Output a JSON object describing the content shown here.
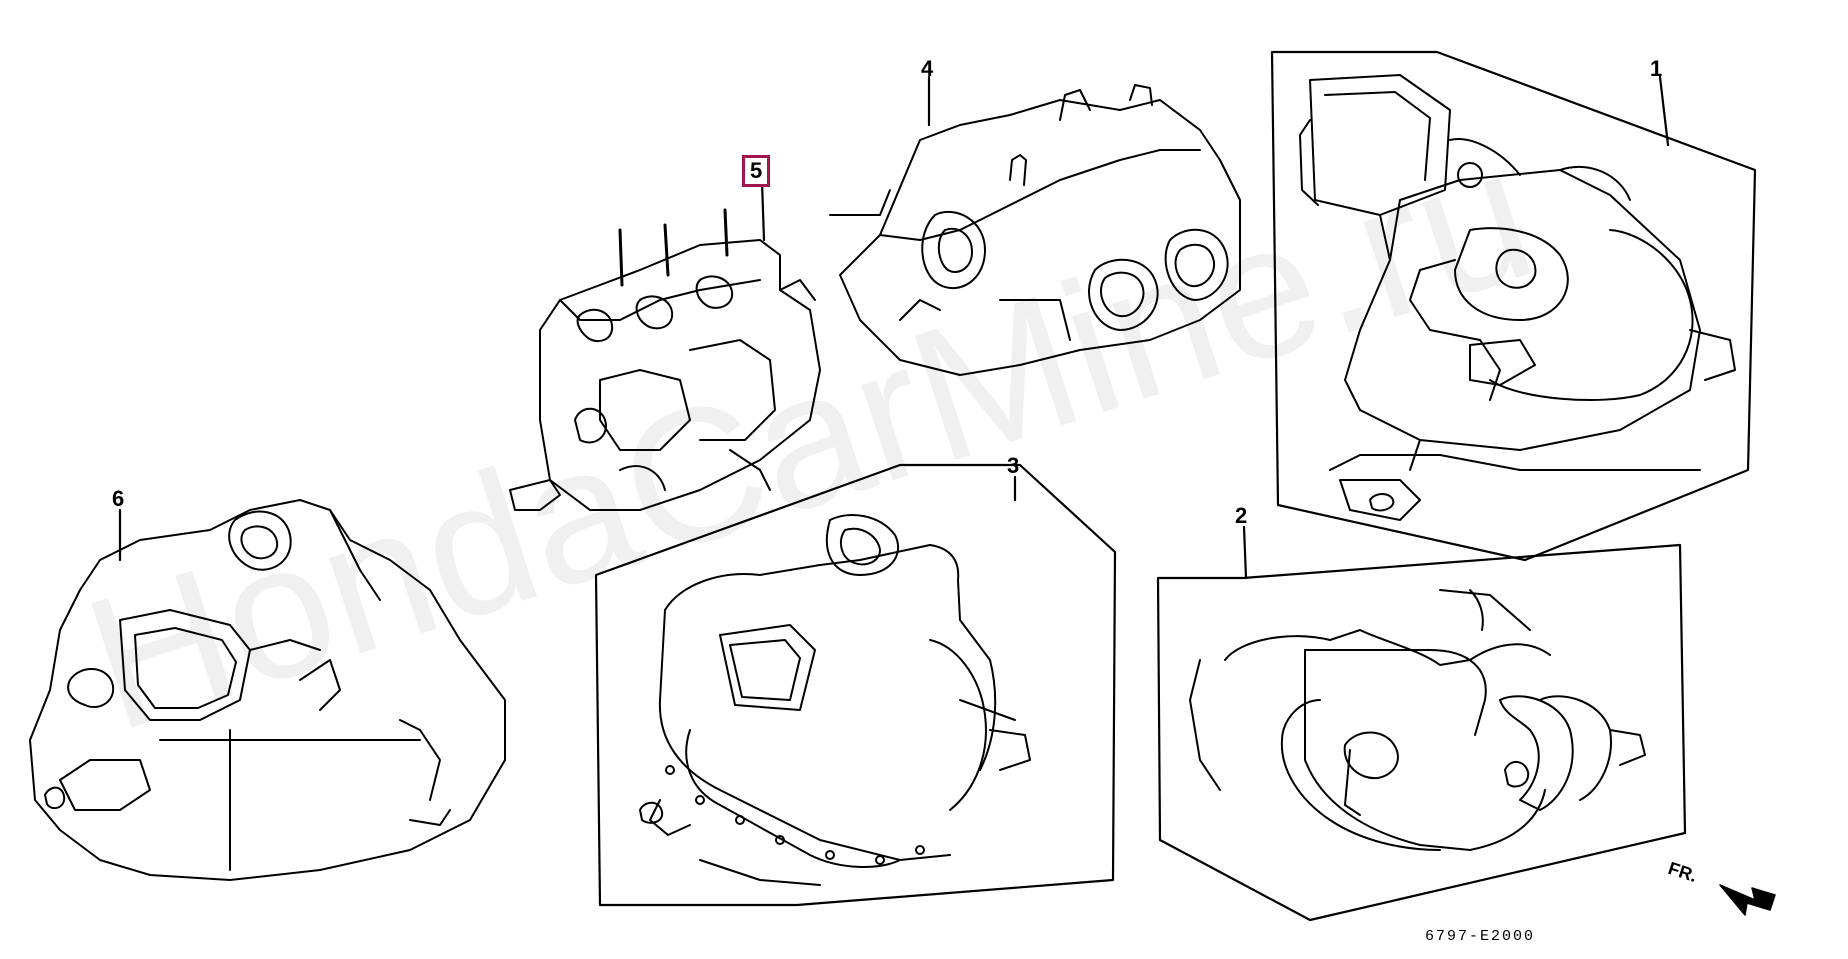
{
  "diagram": {
    "callouts": [
      {
        "id": "1",
        "label": "1"
      },
      {
        "id": "2",
        "label": "2"
      },
      {
        "id": "3",
        "label": "3"
      },
      {
        "id": "4",
        "label": "4"
      },
      {
        "id": "5",
        "label": "5",
        "highlighted": true,
        "highlight_color": "#a3144a"
      },
      {
        "id": "6",
        "label": "6"
      }
    ],
    "diagram_code": "6797-E2000",
    "direction_label": "FR.",
    "watermark": "HondaCarMine.ru"
  }
}
